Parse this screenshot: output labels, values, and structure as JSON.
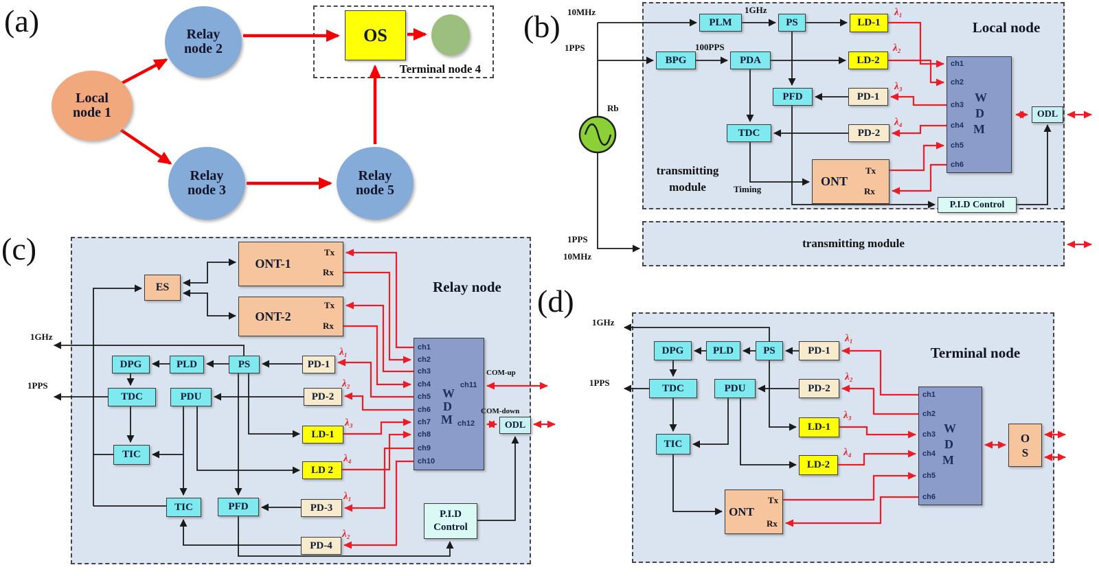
{
  "panel_a": {
    "tag": "(a)",
    "nodes": {
      "local": "Local node 1",
      "relay2": "Relay node 2",
      "relay3": "Relay node 3",
      "relay5": "Relay node 5"
    },
    "os": "OS",
    "terminal": "Terminal node 4"
  },
  "panel_b": {
    "tag": "(b)",
    "title": "Local node",
    "boxes": {
      "plm": "PLM",
      "ps": "PS",
      "ld1": "LD-1",
      "bpg": "BPG",
      "pda": "PDA",
      "ld2": "LD-2",
      "pfd": "PFD",
      "pd1": "PD-1",
      "tdc": "TDC",
      "pd2": "PD-2",
      "ont": "ONT",
      "odl": "ODL",
      "pid": "P.I.D Control"
    },
    "signals": {
      "in10mhz": "10MHz",
      "in1pps": "1PPS",
      "ghz1": "1GHz",
      "pps100": "100PPS",
      "rb": "Rb",
      "timing": "Timing",
      "tx": "Tx",
      "rx": "Rx",
      "out1pps": "1PPS",
      "out10mhz": "10MHz"
    },
    "module": "transmitting module",
    "module2": "transmitting module",
    "wdm": {
      "letters": [
        "W",
        "D",
        "M"
      ],
      "channels": [
        "ch1",
        "ch2",
        "ch3",
        "ch4",
        "ch5",
        "ch6"
      ]
    },
    "lambdas": [
      "λ₁",
      "λ₂",
      "λ₃",
      "λ₄"
    ]
  },
  "panel_c": {
    "tag": "(c)",
    "title": "Relay node",
    "boxes": {
      "es": "ES",
      "ont1": "ONT-1",
      "ont2": "ONT-2",
      "dpg": "DPG",
      "pld": "PLD",
      "ps": "PS",
      "pd1": "PD-1",
      "tdc": "TDC",
      "pdu": "PDU",
      "pd2": "PD-2",
      "ld1": "LD-1",
      "tic1": "TIC",
      "ld2": "LD 2",
      "tic2": "TIC",
      "pfd": "PFD",
      "pd3": "PD-3",
      "pd4": "PD-4",
      "odl": "ODL",
      "pid": "P.I.D Control"
    },
    "signals": {
      "ghz1": "1GHz",
      "pps1": "1PPS",
      "tx1": "Tx",
      "rx1": "Rx",
      "tx2": "Tx",
      "rx2": "Rx",
      "comup": "COM-up",
      "comdown": "COM-down"
    },
    "wdm": {
      "letters": [
        "W",
        "D",
        "M"
      ],
      "channels": [
        "ch1",
        "ch2",
        "ch3",
        "ch4",
        "ch5",
        "ch6",
        "ch7",
        "ch8",
        "ch9",
        "ch10"
      ],
      "ch11": "ch11",
      "ch12": "ch12"
    },
    "lambdas": {
      "pd1": "λ₁",
      "pd2": "λ₂",
      "ld1": "λ₃",
      "ld2": "λ₄",
      "pd3": "λ₁",
      "pd4": "λ₂"
    }
  },
  "panel_d": {
    "tag": "(d)",
    "title": "Terminal node",
    "boxes": {
      "dpg": "DPG",
      "pld": "PLD",
      "ps": "PS",
      "pd1": "PD-1",
      "tdc": "TDC",
      "pdu": "PDU",
      "pd2": "PD-2",
      "ld1": "LD-1",
      "ld2": "LD-2",
      "tic": "TIC",
      "ont": "ONT",
      "os1": "O",
      "os2": "S"
    },
    "signals": {
      "ghz1": "1GHz",
      "pps1": "1PPS",
      "tx": "Tx",
      "rx": "Rx"
    },
    "wdm": {
      "letters": [
        "W",
        "D",
        "M"
      ],
      "channels": [
        "ch1",
        "ch2",
        "ch3",
        "ch4",
        "ch5",
        "ch6"
      ]
    },
    "lambdas": {
      "pd1": "λ₁",
      "pd2": "λ₂",
      "ld1": "λ₃",
      "ld2": "λ₄"
    }
  }
}
